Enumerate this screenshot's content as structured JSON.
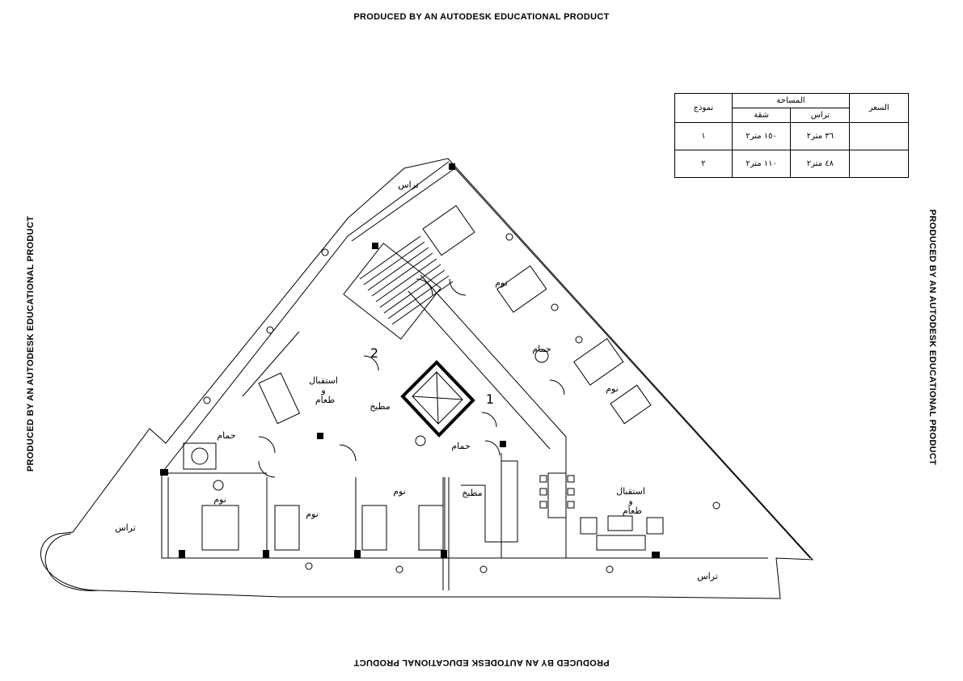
{
  "watermark": "PRODUCED BY AN AUTODESK EDUCATIONAL PRODUCT",
  "area_table": {
    "model_header": "نموذج",
    "area_header": "المساحة",
    "apartment_header": "شقة",
    "terrace_header": "تراس",
    "price_header": "السعر",
    "rows": [
      {
        "model": "١",
        "apartment": "١٥٠ متر٢",
        "terrace": "٣٦ متر٢",
        "price": ""
      },
      {
        "model": "٢",
        "apartment": "١١٠ متر٢",
        "terrace": "٤٨ متر٢",
        "price": ""
      }
    ]
  },
  "plan_labels": {
    "terrace_top": "تراس",
    "terrace_left": "تراس",
    "terrace_bottom_right": "تراس",
    "bedroom_top_right": "نوم",
    "bedroom_right": "نوم",
    "bathroom_right": "حمام",
    "living_dining_right_1": "استقبال",
    "living_dining_right_2": "و",
    "living_dining_right_3": "طعام",
    "living_dining_left_1": "استقبال",
    "living_dining_left_2": "و",
    "living_dining_left_3": "طعام",
    "kitchen_center": "مطبخ",
    "kitchen_bottom": "مطبخ",
    "bathroom_left": "حمام",
    "bathroom_center": "حمام",
    "bedroom_left": "نوم",
    "bedroom_mid": "نوم",
    "bedroom_center": "نوم",
    "unit_1_number": "1",
    "unit_2_number": "2"
  }
}
